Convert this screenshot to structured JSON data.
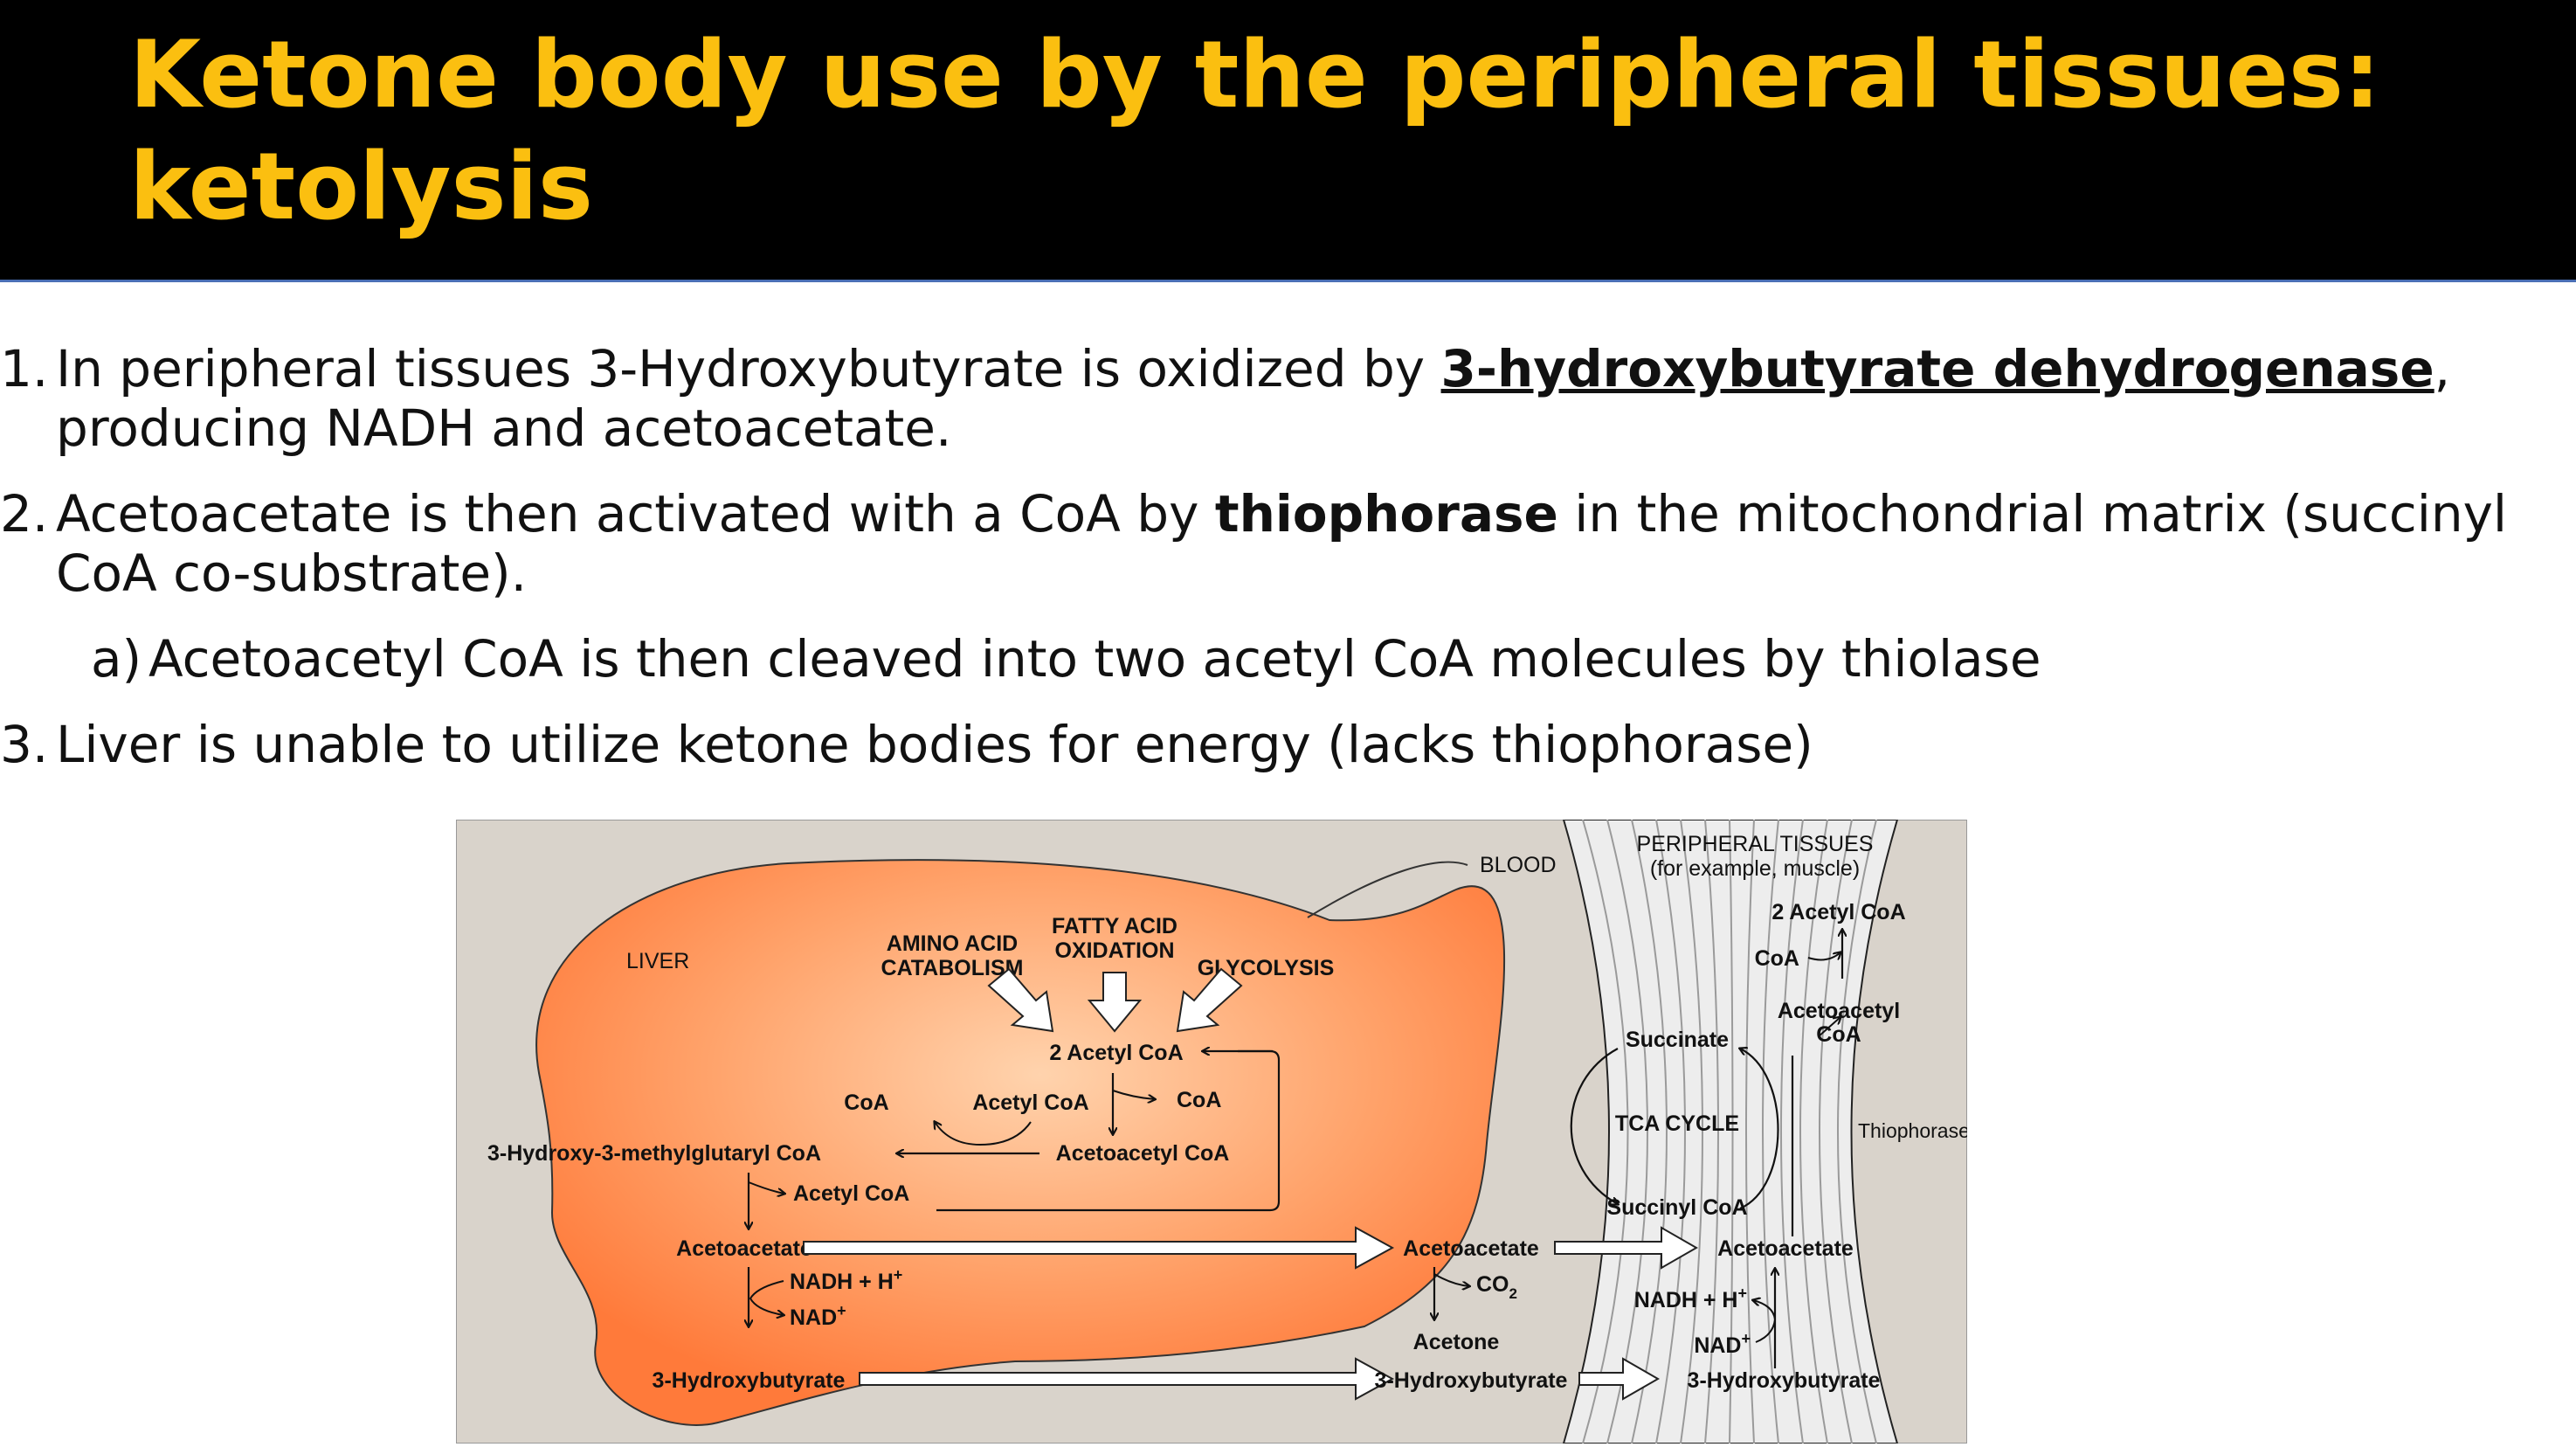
{
  "title": {
    "line1": "Ketone body use by the peripheral tissues:",
    "line2": "ketolysis"
  },
  "points": [
    {
      "num": "1.",
      "pre": "In peripheral tissues 3-Hydroxybutyrate is oxidized by ",
      "enzyme": "3-hydroxybutyrate dehydrogenase",
      "post": ", producing NADH and acetoacetate."
    },
    {
      "num": "2.",
      "pre": "Acetoacetate is then activated with a CoA by ",
      "enzyme": "thiophorase",
      "post": " in the mitochondrial matrix (succinyl CoA co-substrate).",
      "sub": {
        "num": "a)",
        "text": "Acetoacetyl CoA is then cleaved into two acetyl CoA molecules by thiolase"
      }
    },
    {
      "num": "3.",
      "text": "Liver is unable to utilize ketone bodies for energy (lacks thiophorase)"
    }
  ],
  "diagram": {
    "regions": {
      "liver": "LIVER",
      "blood": "BLOOD",
      "peripheral": "PERIPHERAL TISSUES",
      "peripheral_sub": "(for example, muscle)"
    },
    "liver": {
      "amino1": "AMINO ACID",
      "amino2": "CATABOLISM",
      "fatty1": "FATTY ACID",
      "fatty2": "OXIDATION",
      "glycolysis": "GLYCOLYSIS",
      "two_acetyl_coa": "2 Acetyl CoA",
      "coa_left": "CoA",
      "acetyl_coa": "Acetyl CoA",
      "coa_right": "CoA",
      "hmg_coa": "3-Hydroxy-3-methylglutaryl CoA",
      "acetoacetyl_coa": "Acetoacetyl CoA",
      "acetyl_coa_2": "Acetyl CoA",
      "acetoacetate": "Acetoacetate",
      "nadh": "NADH + H",
      "nad": "NAD",
      "hydroxybutyrate": "3-Hydroxybutyrate"
    },
    "blood": {
      "acetoacetate": "Acetoacetate",
      "co2": "CO",
      "acetone": "Acetone",
      "hydroxybutyrate": "3-Hydroxybutyrate"
    },
    "peripheral": {
      "two_acetyl_coa": "2 Acetyl CoA",
      "coa": "CoA",
      "acetoacetyl1": "Acetoacetyl",
      "acetoacetyl2": "CoA",
      "succinate": "Succinate",
      "tca": "TCA CYCLE",
      "thiophorase": "Thiophorase",
      "succinyl_coa": "Succinyl CoA",
      "acetoacetate": "Acetoacetate",
      "nadh": "NADH + H",
      "nad": "NAD",
      "hydroxybutyrate": "3-Hydroxybutyrate"
    },
    "superscripts": {
      "plus": "+",
      "two": "2"
    },
    "colors": {
      "liver": "#ff7a3a",
      "liver_light": "#ffd3ad",
      "background": "#d9d3cb",
      "title": "#fbbf10"
    }
  }
}
